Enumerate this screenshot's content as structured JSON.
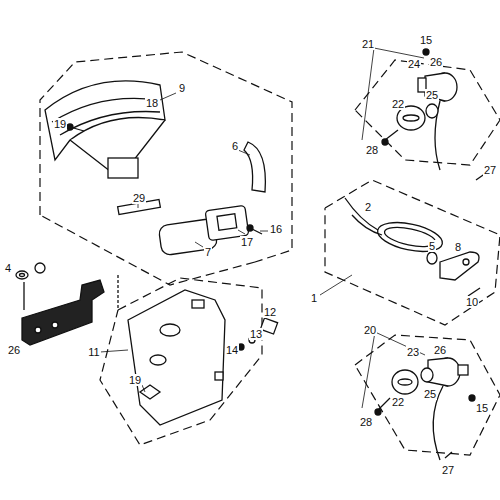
{
  "diagram": {
    "labels": [
      "9",
      "18",
      "19",
      "6",
      "29",
      "7",
      "17",
      "16",
      "4",
      "26",
      "11",
      "19",
      "14",
      "13",
      "12",
      "15",
      "21",
      "24",
      "26",
      "22",
      "25",
      "28",
      "27",
      "2",
      "5",
      "8",
      "1",
      "10",
      "20",
      "26",
      "23",
      "22",
      "25",
      "15",
      "28",
      "27"
    ]
  }
}
